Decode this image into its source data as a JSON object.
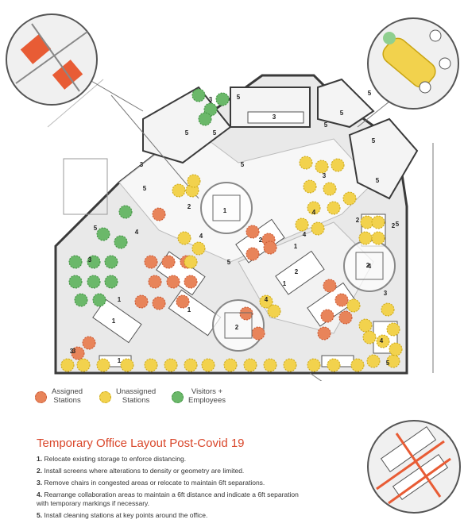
{
  "legend": [
    {
      "label_line1": "Assigned",
      "label_line2": "Stations",
      "color": "#e8845a",
      "stroke": "#c9552f"
    },
    {
      "label_line1": "Unassigned",
      "label_line2": "Stations",
      "color": "#f2d24d",
      "stroke": "#c9a514"
    },
    {
      "label_line1": "Visitors +",
      "label_line2": "Employees",
      "color": "#6bb86a",
      "stroke": "#3d8f3e"
    }
  ],
  "title": "Temporary Office Layout Post-Covid 19",
  "notes": [
    {
      "num": "1.",
      "text": "Relocate existing storage to enforce distancing."
    },
    {
      "num": "2.",
      "text": "Install screens where alterations to density or geometry are limited."
    },
    {
      "num": "3.",
      "text": "Remove chairs in congested areas or relocate to maintain 6ft separations."
    },
    {
      "num": "4.",
      "text": "Rearrange collaboration areas to maintain a 6ft distance and indicate a 6ft separation with temporary markings if necessary."
    },
    {
      "num": "5.",
      "text": "Install cleaning stations at key points around the office."
    }
  ],
  "plan_labels": [
    "1",
    "1",
    "1",
    "1",
    "1",
    "1",
    "1",
    "2",
    "2",
    "2",
    "2",
    "2",
    "2",
    "2",
    "3",
    "3",
    "3",
    "3",
    "3",
    "3",
    "3",
    "3",
    "4",
    "4",
    "4",
    "4",
    "4",
    "4",
    "4",
    "5",
    "5",
    "5",
    "5",
    "5",
    "5",
    "5",
    "5",
    "5",
    "5",
    "5",
    "5",
    "5",
    "5"
  ],
  "colors": {
    "floor": "#e6e6e6",
    "wall": "#3a3a3a",
    "assigned": "#e8845a",
    "unassigned": "#f2d24d",
    "visitor": "#6bb86a",
    "accent": "#d9462a"
  }
}
